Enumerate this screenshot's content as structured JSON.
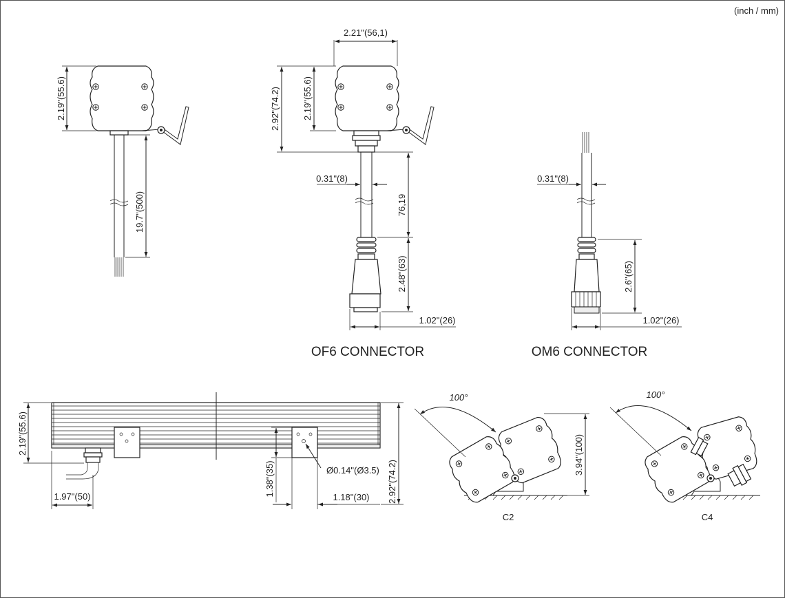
{
  "units_note": "(inch / mm)",
  "top_left": {
    "height_label": "2.19\"(55.6)",
    "cable_length_label": "19.7\"(500)"
  },
  "of6": {
    "width_label": "2.21\"(56,1)",
    "total_height_label": "2.92\"(74.2)",
    "body_height_label": "2.19\"(55.6)",
    "cable_dia_label": "0.31\"(8)",
    "cable_length_label": "76,19",
    "connector_length_label": "2.48\"(63)",
    "connector_width_label": "1.02\"(26)",
    "title": "OF6 CONNECTOR"
  },
  "om6": {
    "cable_dia_label": "0.31\"(8)",
    "connector_length_label": "2.6\"(65)",
    "connector_width_label": "1.02\"(26)",
    "title": "OM6 CONNECTOR"
  },
  "side_view": {
    "body_height_label": "2.19\"(55.6)",
    "total_height_label": "2.92\"(74.2)",
    "end_offset_label": "1.97\"(50)",
    "bracket_height_label": "1.38\"(35)",
    "hole_label": "Ø0.14\"(Ø3.5)",
    "bracket_width_label": "1.18\"(30)"
  },
  "c2": {
    "angle_label": "100°",
    "height_label": "3.94\"(100)",
    "caption": "C2"
  },
  "c4": {
    "angle_label": "100°",
    "caption": "C4"
  }
}
